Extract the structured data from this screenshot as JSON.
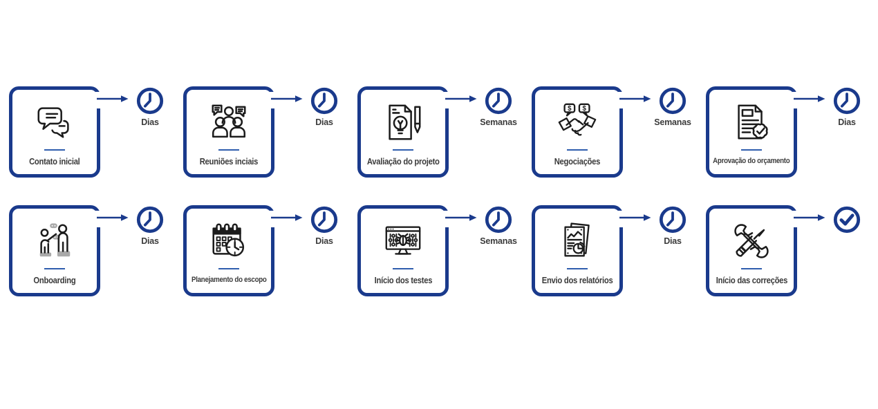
{
  "page": {
    "background": "#ffffff"
  },
  "colors": {
    "navy": "#1a3a8c",
    "divider": "#2e5dad",
    "text": "#3b3b3b",
    "ink": "#1c1c1c",
    "gray": "#a9a9a9"
  },
  "rows": [
    {
      "steps": [
        {
          "label": "Contato inicial",
          "icon": "chat-bubbles",
          "connector": {
            "type": "clock",
            "label": "Dias"
          }
        },
        {
          "label": "Reuniões inciais",
          "icon": "team-meeting",
          "connector": {
            "type": "clock",
            "label": "Dias"
          }
        },
        {
          "label": "Avaliação do projeto",
          "icon": "document-idea-pen",
          "connector": {
            "type": "clock",
            "label": "Semanas"
          }
        },
        {
          "label": "Negociações",
          "icon": "handshake-money",
          "connector": {
            "type": "clock",
            "label": "Semanas"
          }
        },
        {
          "label": "Aprovação do orçamento",
          "icon": "document-approved",
          "connector": {
            "type": "clock",
            "label": "Dias"
          }
        }
      ]
    },
    {
      "steps": [
        {
          "label": "Onboarding",
          "icon": "onboarding-people",
          "connector": {
            "type": "clock",
            "label": "Dias"
          }
        },
        {
          "label": "Planejamento do escopo",
          "icon": "calendar-clock",
          "connector": {
            "type": "clock",
            "label": "Dias"
          }
        },
        {
          "label": "Início dos testes",
          "icon": "monitor-bug",
          "connector": {
            "type": "clock",
            "label": "Semanas"
          }
        },
        {
          "label": "Envio dos relatórios",
          "icon": "report-charts",
          "connector": {
            "type": "clock",
            "label": "Dias"
          }
        },
        {
          "label": "Início das correções",
          "icon": "tools",
          "connector": {
            "type": "check",
            "label": ""
          }
        }
      ]
    }
  ]
}
